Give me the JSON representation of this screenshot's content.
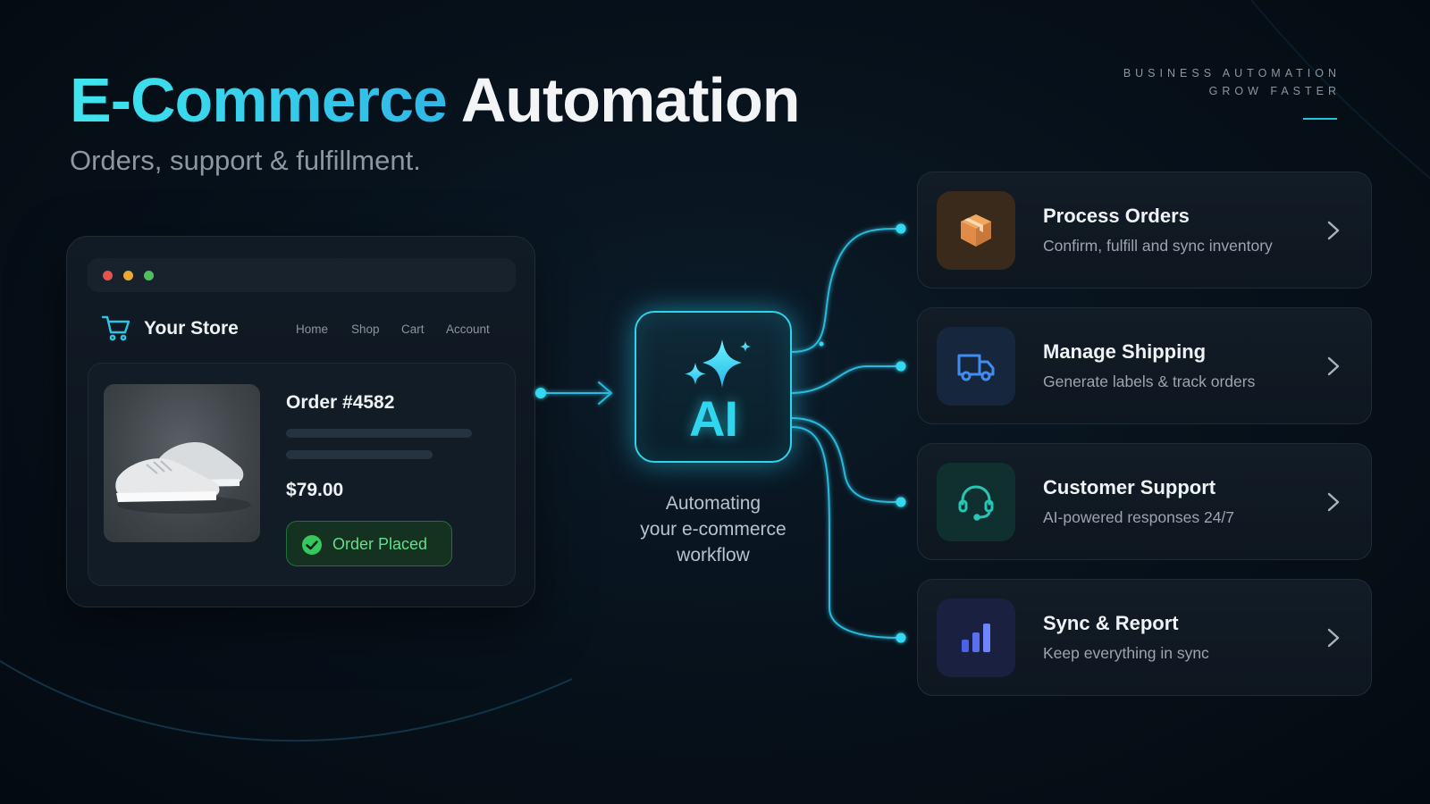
{
  "header": {
    "title_accent": "E-Commerce",
    "title_rest": "Automation",
    "subtitle": "Orders, support & fulfillment.",
    "tagline_line1": "BUSINESS AUTOMATION",
    "tagline_line2": "GROW FASTER"
  },
  "store": {
    "name": "Your Store",
    "nav": [
      "Home",
      "Shop",
      "Cart",
      "Account"
    ],
    "order": {
      "title": "Order #4582",
      "price": "$79.00",
      "status": "Order Placed"
    }
  },
  "ai": {
    "label": "AI",
    "caption_line1": "Automating",
    "caption_line2": "your e-commerce",
    "caption_line3": "workflow"
  },
  "features": [
    {
      "title": "Process Orders",
      "description": "Confirm, fulfill and sync inventory",
      "icon": "package-icon",
      "color": "#e8964a"
    },
    {
      "title": "Manage Shipping",
      "description": "Generate labels & track orders",
      "icon": "truck-icon",
      "color": "#3f8df0"
    },
    {
      "title": "Customer Support",
      "description": "AI-powered responses 24/7",
      "icon": "headset-icon",
      "color": "#29c6b6"
    },
    {
      "title": "Sync & Report",
      "description": "Keep everything in sync",
      "icon": "bar-chart-icon",
      "color": "#5a6ff0"
    }
  ],
  "colors": {
    "accent": "#2fd6ee",
    "success": "#5fe08a",
    "background": "#07121c"
  }
}
